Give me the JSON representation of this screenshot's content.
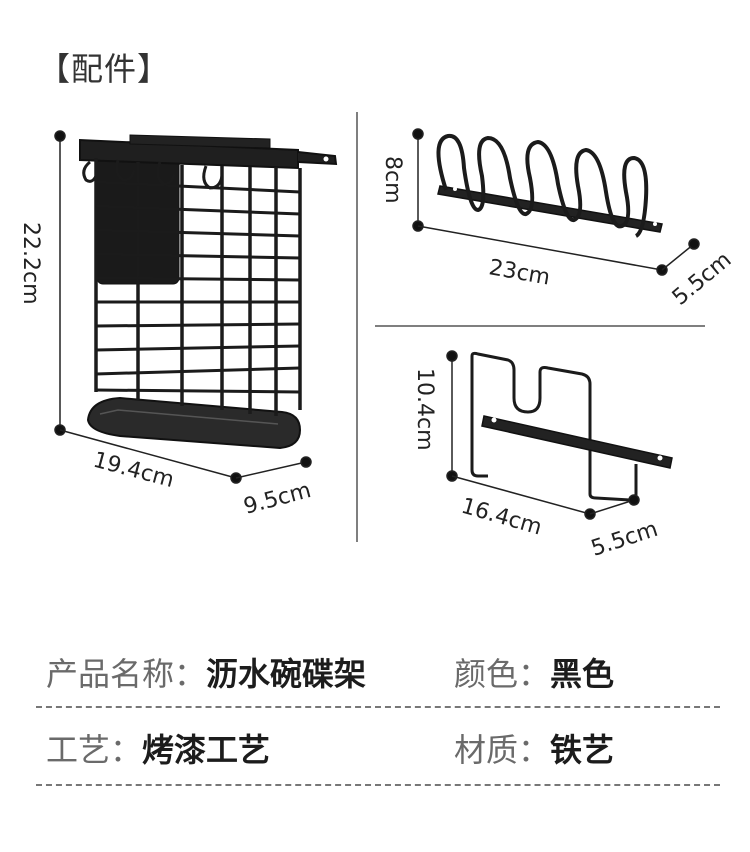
{
  "section_title": "【配件】",
  "products": {
    "holder": {
      "height": "22.2cm",
      "width": "19.4cm",
      "depth": "9.5cm"
    },
    "wavy_rack": {
      "height": "8cm",
      "width": "23cm",
      "depth": "5.5cm"
    },
    "lid_rack": {
      "height": "10.4cm",
      "width": "16.4cm",
      "depth": "5.5cm"
    }
  },
  "specs": {
    "row1": {
      "name_label": "产品名称：",
      "name_value": "沥水碗碟架",
      "color_label": "颜色：",
      "color_value": "黑色"
    },
    "row2": {
      "craft_label": "工艺：",
      "craft_value": "烤漆工艺",
      "material_label": "材质：",
      "material_value": "铁艺"
    }
  }
}
